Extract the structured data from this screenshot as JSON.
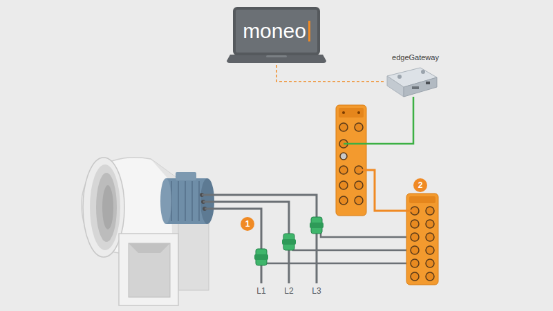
{
  "diagram": {
    "nodes": [
      {
        "text": [
          "moneo"
        ]
      },
      {
        "text": [
          "edgeGateway"
        ]
      }
    ],
    "edges": [
      {
        "from": 0,
        "to": 1,
        "arrow": "none"
      }
    ],
    "labels": [
      "1",
      "2",
      "L1",
      "L2",
      "L3"
    ]
  }
}
